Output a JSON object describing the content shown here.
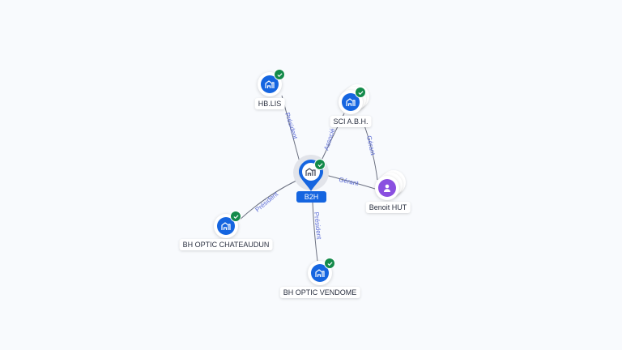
{
  "graph": {
    "center": {
      "name": "B2H",
      "type": "company",
      "verified": true
    },
    "nodes": [
      {
        "id": "hblis",
        "name": "HB.LIS",
        "type": "company",
        "verified": true,
        "stacked": false
      },
      {
        "id": "sciabh",
        "name": "SCI A.B.H.",
        "type": "company",
        "verified": true,
        "stacked": true
      },
      {
        "id": "benoit",
        "name": "Benoit HUT",
        "type": "person",
        "verified": false,
        "stacked": true
      },
      {
        "id": "chateaudun",
        "name": "BH OPTIC CHATEAUDUN",
        "type": "company",
        "verified": true,
        "stacked": false
      },
      {
        "id": "vendome",
        "name": "BH OPTIC VENDOME",
        "type": "company",
        "verified": true,
        "stacked": false
      }
    ],
    "edges": [
      {
        "from": "B2H",
        "to": "HB.LIS",
        "label": "Président"
      },
      {
        "from": "B2H",
        "to": "SCI A.B.H.",
        "label": "Associé"
      },
      {
        "from": "Benoit HUT",
        "to": "SCI A.B.H.",
        "label": "Gérant"
      },
      {
        "from": "Benoit HUT",
        "to": "B2H",
        "label": "Gérant"
      },
      {
        "from": "B2H",
        "to": "BH OPTIC CHATEAUDUN",
        "label": "Président"
      },
      {
        "from": "B2H",
        "to": "BH OPTIC VENDOME",
        "label": "Président"
      }
    ]
  },
  "colors": {
    "company": "#1565e0",
    "person": "#8a4fe0",
    "verified": "#138a4a",
    "edge_label": "#5b6bd6"
  }
}
